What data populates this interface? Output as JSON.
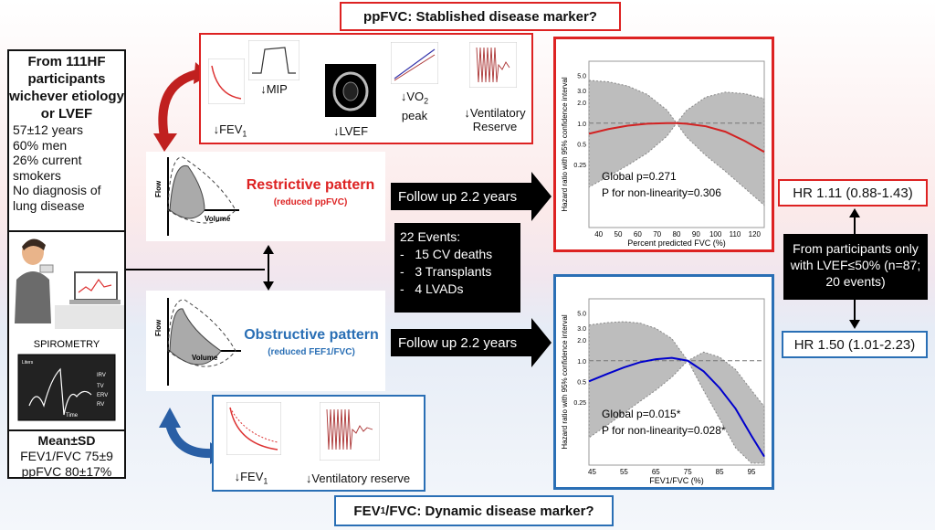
{
  "titles": {
    "top": "ppFVC: Stablished disease marker?",
    "bottom_main": "FEV",
    "bottom_sub": "1",
    "bottom_rest": "/FVC: Dynamic disease marker?"
  },
  "left_panel": {
    "heading": "From 111HF participants wichever etiology or LVEF",
    "lines": [
      "57±12 years",
      "60% men",
      "26% current smokers",
      "No diagnosis of lung disease"
    ],
    "device_label": "SPIROMETRY",
    "screen_labels": [
      "Liters",
      "IRV",
      "TV",
      "ERV",
      "RV",
      "Time"
    ],
    "stats_heading": "Mean±SD",
    "stats": [
      "FEV1/FVC 75±9",
      "ppFVC 80±17%"
    ]
  },
  "restrictive_panel": {
    "fev1": "↓FEV",
    "fev1_sub": "1",
    "mip": "↓MIP",
    "lvef": "↓LVEF",
    "vo2": "↓VO",
    "vo2_sub": "2",
    "vo2_rest": "peak",
    "vent": "↓Ventilatory Reserve"
  },
  "obstructive_panel": {
    "fev1": "↓FEV",
    "fev1_sub": "1",
    "vent": "↓Ventilatory reserve"
  },
  "patterns": {
    "restrictive": {
      "name": "Restrictive pattern",
      "sub": "(reduced ppFVC)",
      "flow": "Flow",
      "volume": "Volume"
    },
    "obstructive": {
      "name": "Obstructive pattern",
      "sub": "(reduced FEF1/FVC)",
      "flow": "Flow",
      "volume": "Volume"
    }
  },
  "followup": {
    "top": "Follow up 2.2 years",
    "bottom": "Follow up 2.2 years"
  },
  "events": {
    "title": "22 Events:",
    "items": [
      "15 CV deaths",
      "3 Transplants",
      "4 LVADs"
    ]
  },
  "hr": {
    "top": "HR 1.11 (0.88-1.43)",
    "bottom": "HR 1.50 (1.01-2.23)"
  },
  "note": "From participants only with LVEF≤50% (n=87; 20 events)",
  "colors": {
    "red": "#d22222",
    "blue": "#2a6fb5",
    "navy": "#1f4e8c"
  },
  "chart_data": [
    {
      "type": "line",
      "ylabel": "Hazard ratio with 95% confidence interval",
      "xlabel": "Percent predicted FVC (%)",
      "xticks": [
        40,
        50,
        60,
        70,
        80,
        90,
        100,
        110,
        120
      ],
      "yticks": [
        "5.0",
        "3.0",
        "2.0",
        "1.0",
        "0.5",
        "0.25"
      ],
      "xlim": [
        35,
        125
      ],
      "annotations": [
        "Global p=0.271",
        "P for non-linearity=0.306"
      ],
      "series": [
        {
          "x": [
            35,
            45,
            55,
            65,
            75,
            80,
            85,
            95,
            105,
            115,
            125
          ],
          "y": [
            0.7,
            0.82,
            0.92,
            0.98,
            1.0,
            1.0,
            0.98,
            0.9,
            0.75,
            0.55,
            0.38
          ]
        }
      ]
    },
    {
      "type": "line",
      "ylabel": "Hazard ratio with 95% confidence interval",
      "xlabel": "FEV1/FVC (%)",
      "xticks": [
        45,
        55,
        65,
        75,
        85,
        95
      ],
      "yticks": [
        "5.0",
        "3.0",
        "2.0",
        "1.0",
        "0.5",
        "0.25"
      ],
      "xlim": [
        44,
        99
      ],
      "annotations": [
        "Global p=0.015*",
        "P for non-linearity=0.028*"
      ],
      "series": [
        {
          "x": [
            44,
            50,
            55,
            60,
            65,
            70,
            75,
            80,
            85,
            90,
            95,
            99
          ],
          "y": [
            0.5,
            0.65,
            0.8,
            0.95,
            1.05,
            1.1,
            1.0,
            0.7,
            0.4,
            0.2,
            0.08,
            0.04
          ]
        }
      ]
    }
  ]
}
